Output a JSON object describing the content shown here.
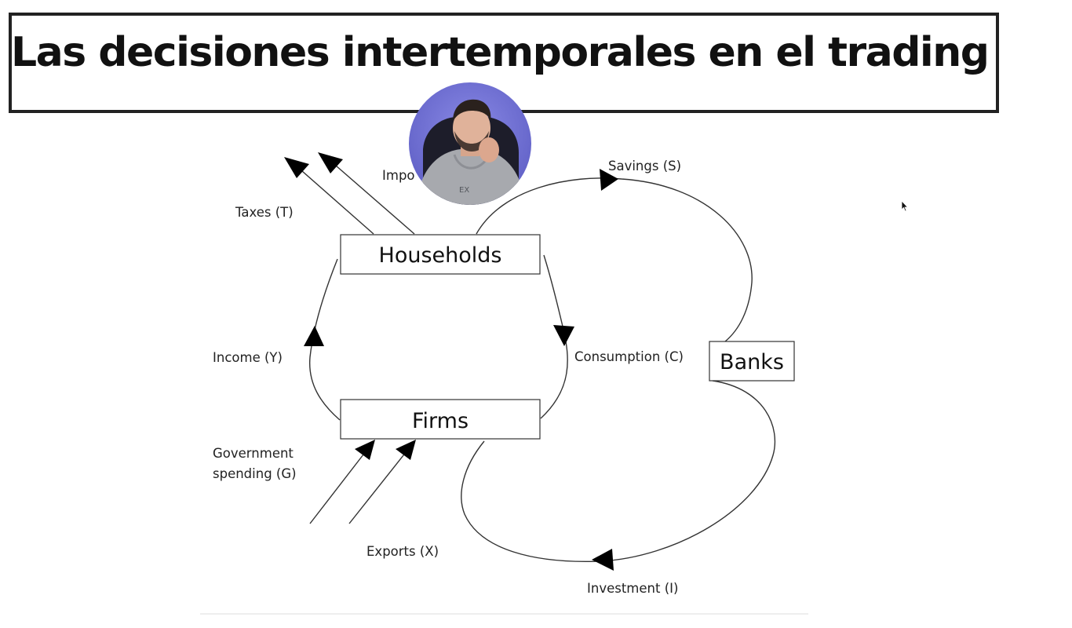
{
  "title": "Las decisiones intertemporales en el trading",
  "nodes": {
    "households": "Households",
    "firms": "Firms",
    "banks": "Banks"
  },
  "flows": {
    "taxes": "Taxes (T)",
    "imports_partial": "Impo",
    "savings": "Savings (S)",
    "income": "Income (Y)",
    "consumption": "Consumption (C)",
    "government_spending_line1": "Government",
    "government_spending_line2": "spending (G)",
    "exports": "Exports (X)",
    "investment": "Investment (I)"
  },
  "colors": {
    "title_border": "#222222",
    "title_text": "#111111",
    "avatar_background": "#6f6fd0",
    "arrowhead": "#000000"
  },
  "icons": {
    "presenter": "presenter-avatar-icon",
    "cursor": "mouse-pointer-icon"
  }
}
